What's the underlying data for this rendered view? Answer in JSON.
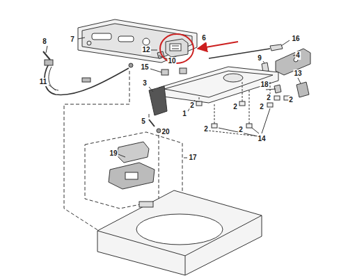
{
  "diagram": {
    "labels": [
      "7",
      "6",
      "16",
      "8",
      "12",
      "10",
      "4",
      "9",
      "15",
      "13",
      "11",
      "18",
      "3",
      "2",
      "2",
      "2",
      "1",
      "2",
      "2",
      "5",
      "20",
      "2",
      "2",
      "14",
      "19",
      "17"
    ]
  }
}
